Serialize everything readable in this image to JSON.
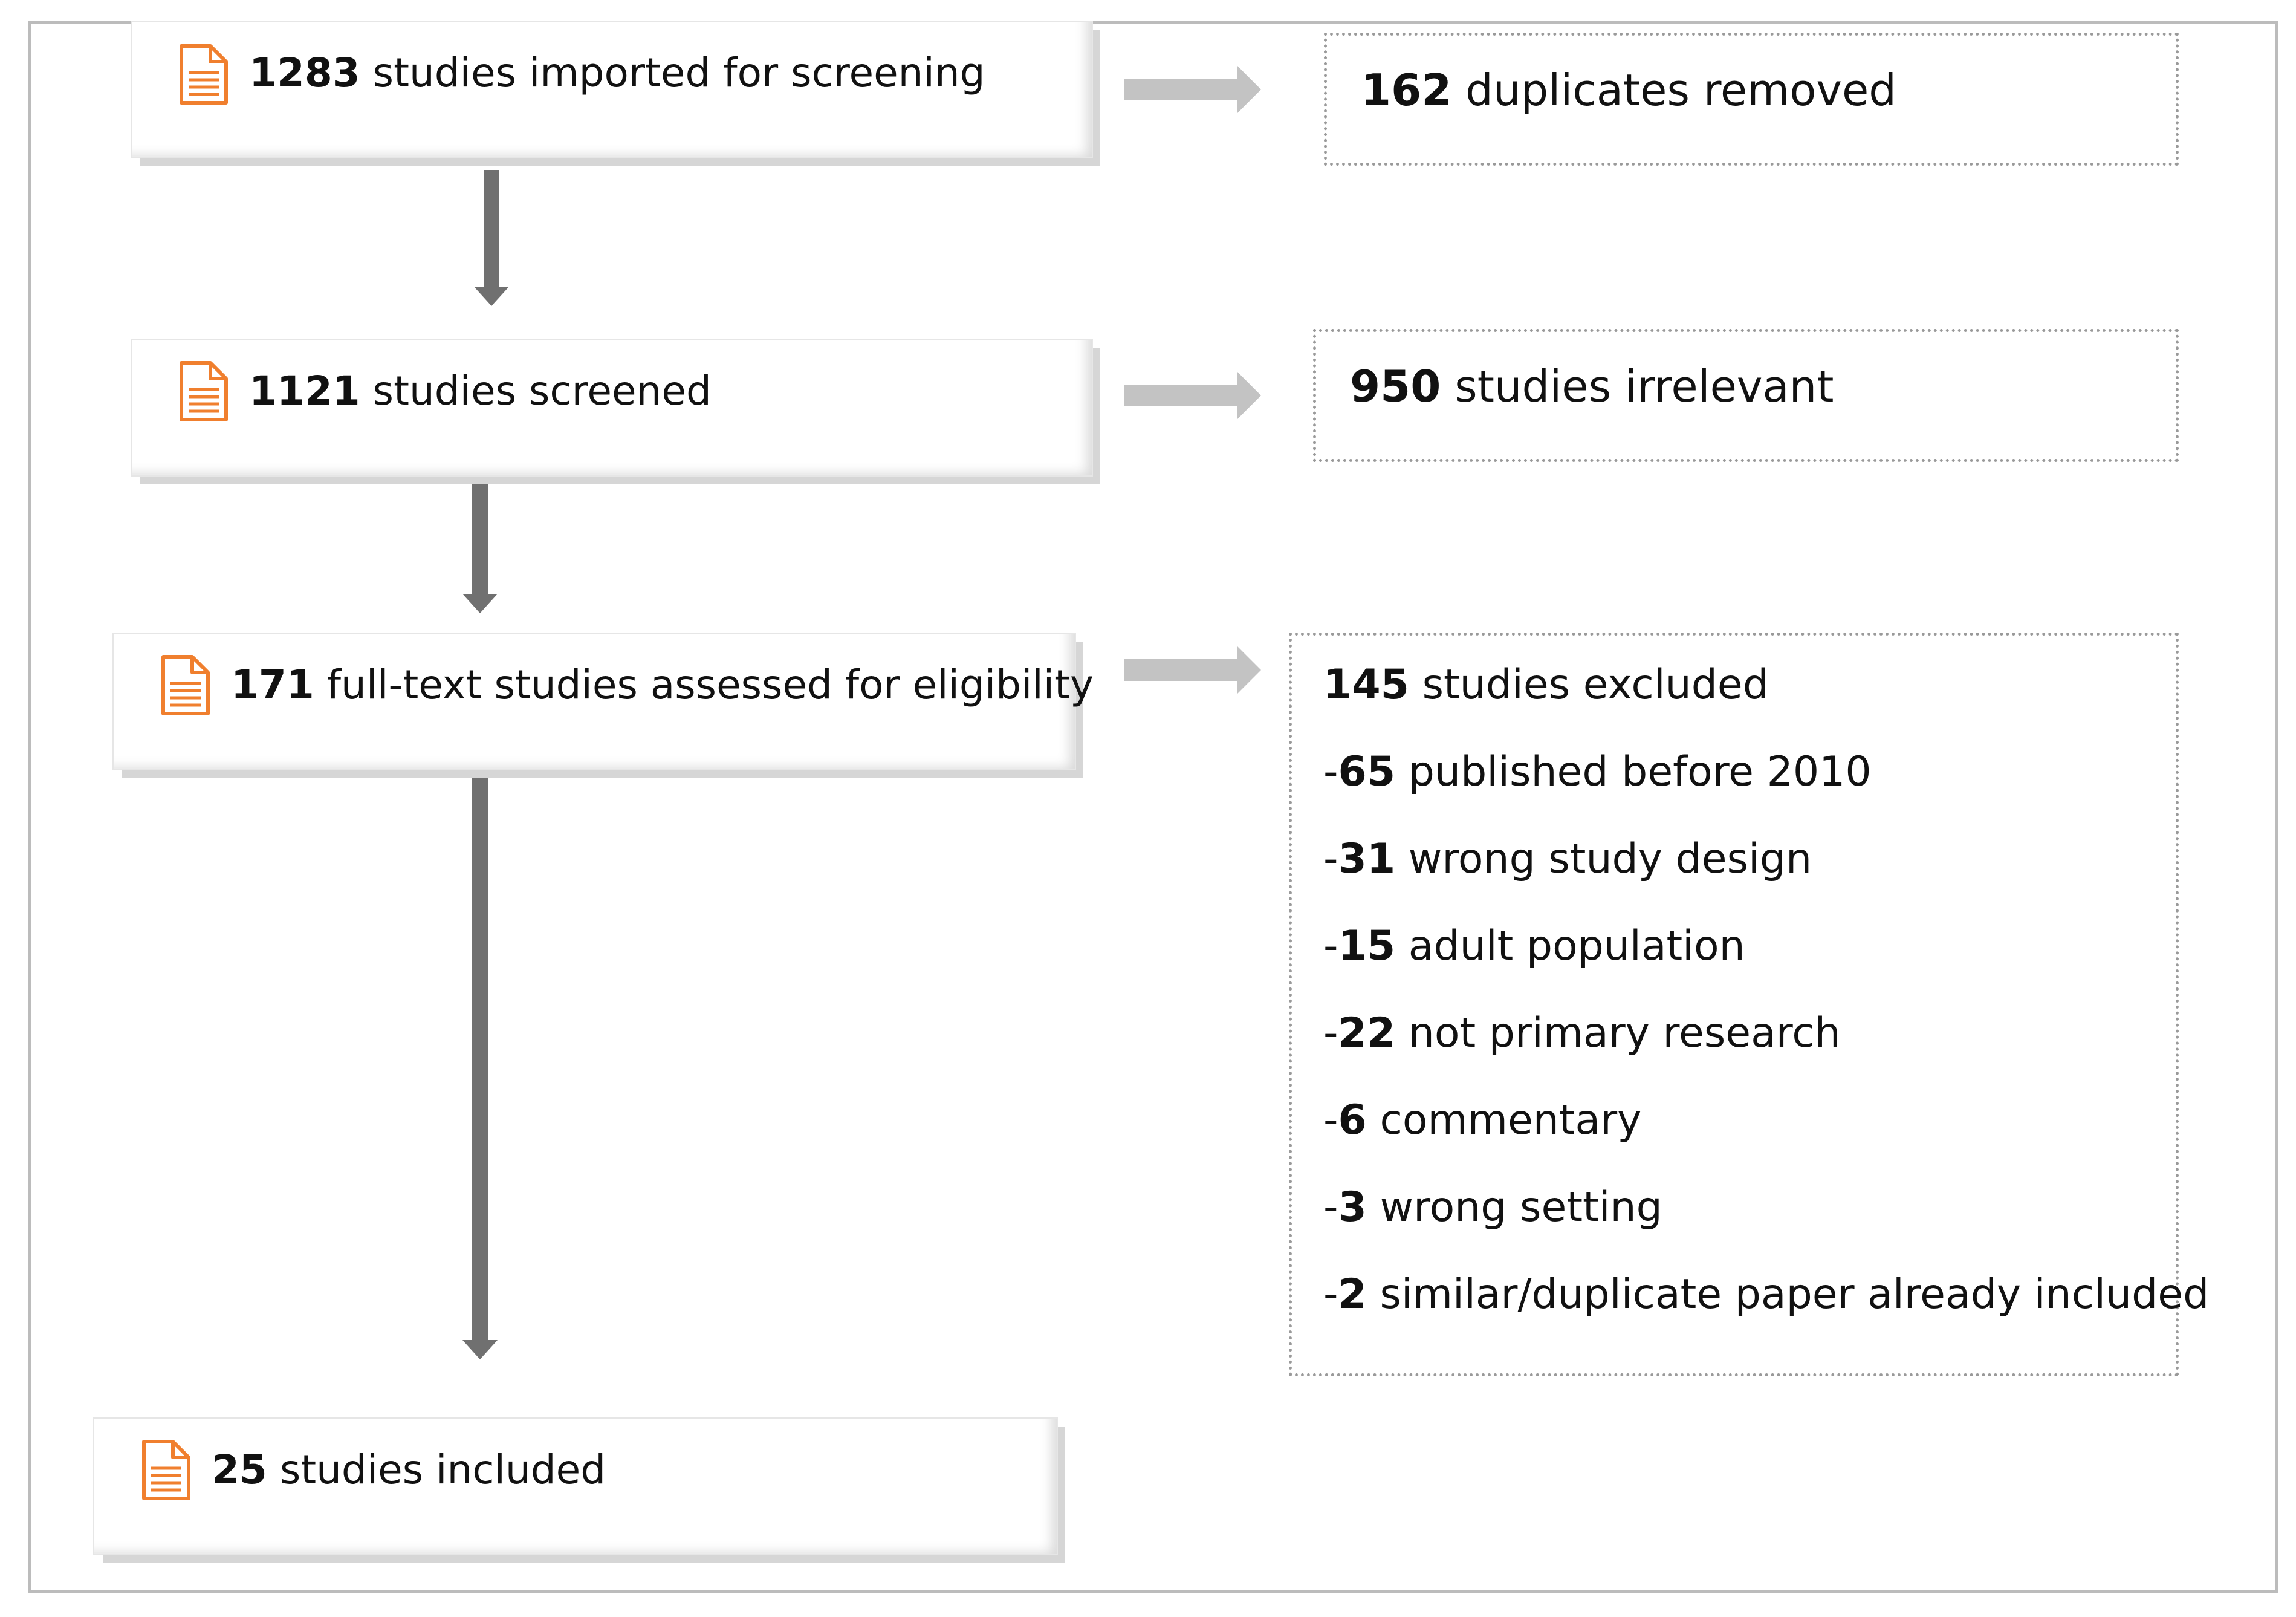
{
  "boxes": {
    "imported": {
      "number": "1283",
      "text": " studies imported for screening"
    },
    "screened": {
      "number": "1121",
      "text": " studies screened"
    },
    "fulltext": {
      "number": "171",
      "text": " full-text studies assessed for eligibility"
    },
    "included": {
      "number": "25",
      "text": " studies included"
    }
  },
  "exclusions": {
    "duplicates": {
      "number": "162",
      "text": " duplicates removed"
    },
    "irrelevant": {
      "number": "950",
      "text": " studies irrelevant"
    },
    "excluded": {
      "number": "145",
      "text": " studies excluded",
      "reasons": [
        {
          "prefix": "-",
          "number": "65",
          "text": " published before 2010"
        },
        {
          "prefix": "-",
          "number": "31",
          "text": " wrong study design"
        },
        {
          "prefix": "-",
          "number": "15",
          "text": " adult population"
        },
        {
          "prefix": "-",
          "number": "22",
          "text": " not primary research"
        },
        {
          "prefix": "-",
          "number": "6",
          "text": " commentary"
        },
        {
          "prefix": "-",
          "number": "3",
          "text": " wrong setting"
        },
        {
          "prefix": "-",
          "number": "2",
          "text": " similar/duplicate paper already included"
        }
      ]
    }
  },
  "icons": {
    "box": "document-icon"
  },
  "colors": {
    "icon": "#f07f2e",
    "arrow_down": "#707070",
    "arrow_right": "#c3c3c3",
    "frame": "#bcbcbc"
  }
}
